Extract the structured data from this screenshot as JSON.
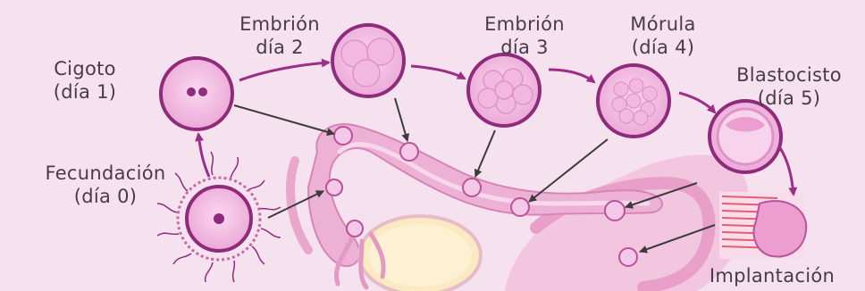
{
  "labels": {
    "fecundacion": [
      "Fecundación",
      "(día 0)"
    ],
    "cigoto": [
      "Cigoto",
      "(día 1)"
    ],
    "embrion_dia2": [
      "Embrión",
      "día 2"
    ],
    "embrion_dia3": [
      "Embrión",
      "día 3"
    ],
    "morula": [
      "Mórula",
      "(día 4)"
    ],
    "blastocisto": [
      "Blastocisto",
      "(día 5)"
    ],
    "implantacion": "Implantación"
  },
  "colors": {
    "background": "#f6e1ef",
    "cell_outline": "#8e2b7a",
    "cell_fill": "#f1b7e1",
    "arrow": "#9b2f88",
    "pointer": "#3b3b3b",
    "tube": "#e7a9cf",
    "ovary": "#fbe9c2",
    "text": "#4a3b48"
  }
}
